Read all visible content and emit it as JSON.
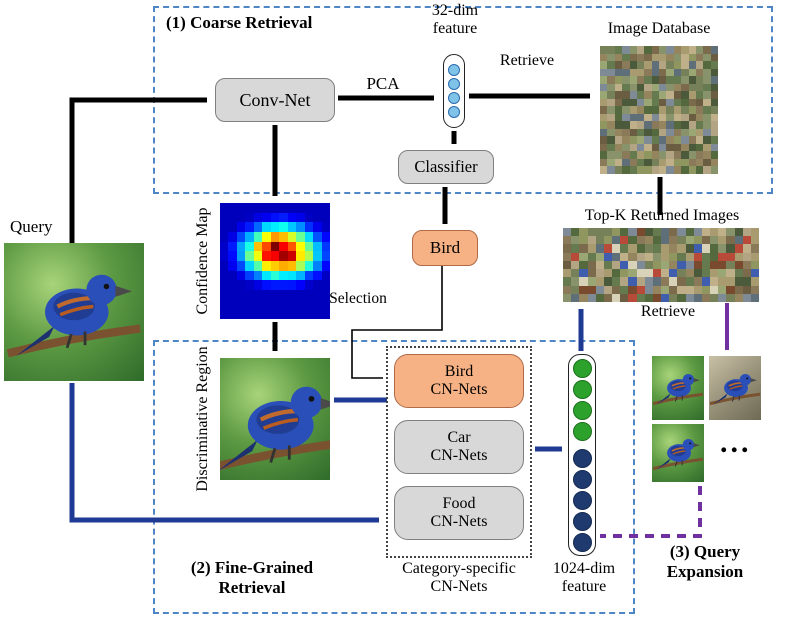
{
  "labels": {
    "stage1_title": "(1) Coarse Retrieval",
    "feature32_l1": "32-dim",
    "feature32_l2": "feature",
    "image_database": "Image Database",
    "conv_net": "Conv-Net",
    "pca": "PCA",
    "retrieve_top": "Retrieve",
    "classifier": "Classifier",
    "bird": "Bird",
    "selection": "Selection",
    "query": "Query",
    "confidence_map": "Confidence Map",
    "discriminative_region": "Discriminative Region",
    "topk": "Top-K Returned Images",
    "retrieve_right": "Retrieve",
    "bird_cn_l1": "Bird",
    "bird_cn_l2": "CN-Nets",
    "car_cn_l1": "Car",
    "car_cn_l2": "CN-Nets",
    "food_cn_l1": "Food",
    "food_cn_l2": "CN-Nets",
    "stage2_l1": "(2) Fine-Grained",
    "stage2_l2": "Retrieval",
    "category_l1": "Category-specific",
    "category_l2": "CN-Nets",
    "feature1024_l1": "1024-dim",
    "feature1024_l2": "feature",
    "stage3_l1": "(3) Query",
    "stage3_l2": "Expansion",
    "ellipsis": "..."
  },
  "features": {
    "dim32_circles": 4,
    "green_circles": 4,
    "navy_circles": 5
  },
  "colors": {
    "dashed_border": "#4f86c6",
    "arrow_black": "#000000",
    "arrow_navy": "#1f3a93",
    "arrow_purple": "#7030a0",
    "box_gray": "#d8d8d8",
    "box_salmon": "#f6b285",
    "circle_sky": "#7fc3e8",
    "circle_green": "#2ca12c",
    "circle_navy": "#1f3a6e"
  }
}
